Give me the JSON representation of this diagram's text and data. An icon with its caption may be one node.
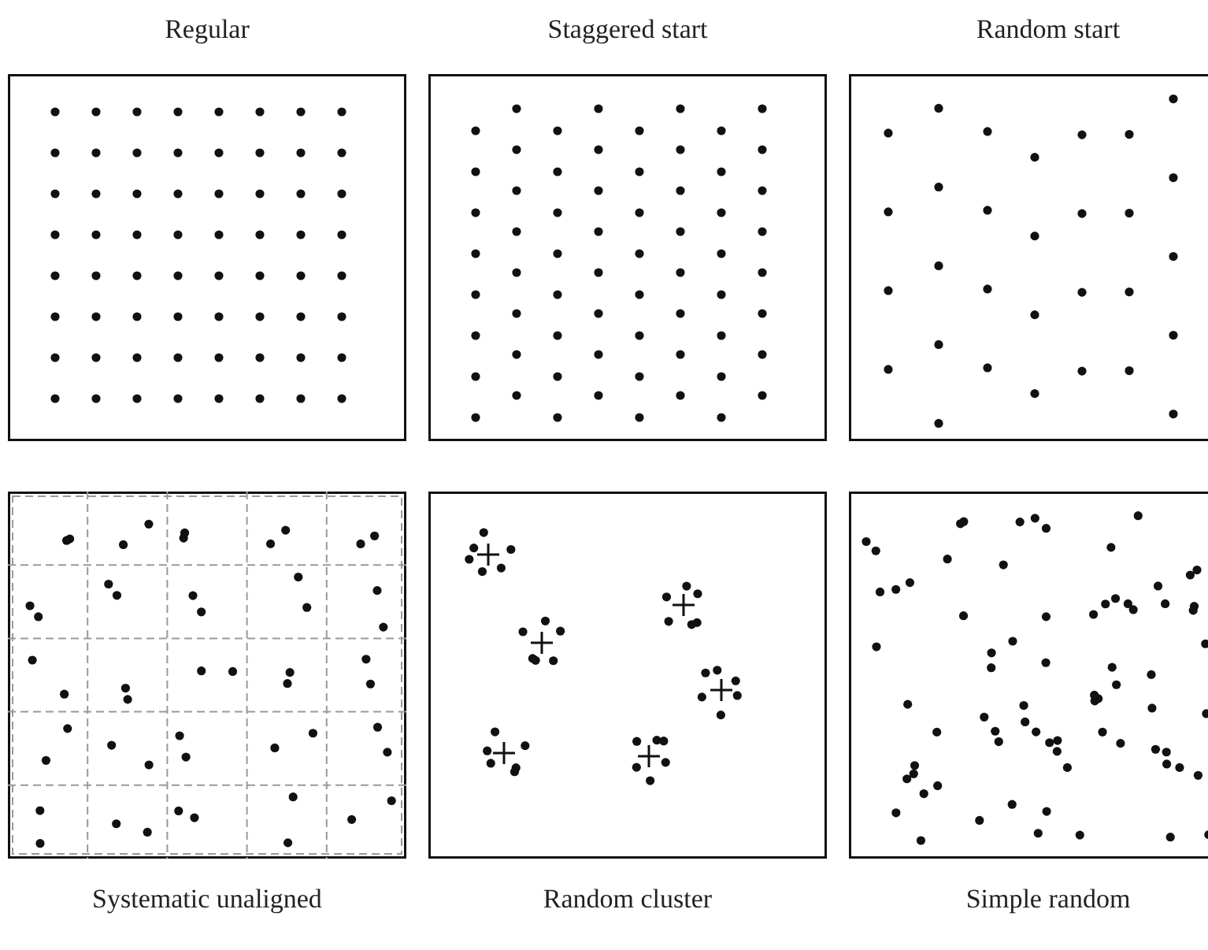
{
  "diagram": {
    "nodes": [
      {
        "text": [
          "Regular"
        ]
      },
      {
        "text": [
          "Staggered start"
        ]
      },
      {
        "text": [
          "Random start"
        ]
      },
      {
        "text": [
          "Systematic unaligned"
        ]
      },
      {
        "text": [
          "Random cluster"
        ]
      },
      {
        "text": [
          "Simple random"
        ]
      }
    ]
  }
}
